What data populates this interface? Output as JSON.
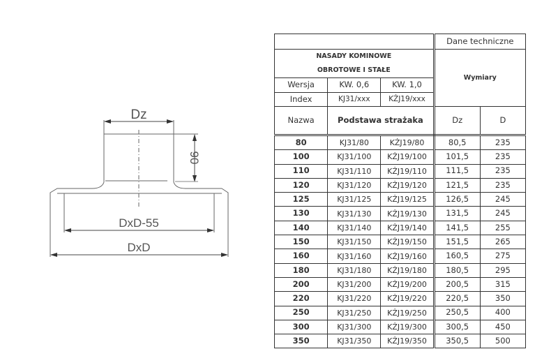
{
  "drawing": {
    "labels": {
      "dz": "Dz",
      "height": "90",
      "inner_width": "DxD-55",
      "outer_width": "DxD"
    }
  },
  "table": {
    "header_right_top": "Dane techniczne",
    "title_line1": "NASADY KOMINOWE",
    "title_line2": "OBROTOWE I STAŁE",
    "dimensions_label": "Wymiary",
    "version_label": "Wersja",
    "versions": [
      "KW. 0,6",
      "KW. 1,0"
    ],
    "index_label": "Index",
    "indexes": [
      "KJ31/xxx",
      "KŻJ19/xxx"
    ],
    "name_label": "Nazwa",
    "product_name": "Podstawa strażaka",
    "dim_headers": [
      "Dz",
      "D"
    ],
    "rows": [
      {
        "name": "80",
        "kw06": "KJ31/80",
        "kw10": "KŻJ19/80",
        "dz": "80,5",
        "d": "235"
      },
      {
        "name": "100",
        "kw06": "KJ31/100",
        "kw10": "KŻJ19/100",
        "dz": "101,5",
        "d": "235"
      },
      {
        "name": "110",
        "kw06": "KJ31/110",
        "kw10": "KŻJ19/110",
        "dz": "111,5",
        "d": "235"
      },
      {
        "name": "120",
        "kw06": "KJ31/120",
        "kw10": "KŻJ19/120",
        "dz": "121,5",
        "d": "235"
      },
      {
        "name": "125",
        "kw06": "KJ31/125",
        "kw10": "KŻJ19/125",
        "dz": "126,5",
        "d": "245"
      },
      {
        "name": "130",
        "kw06": "KJ31/130",
        "kw10": "KŻJ19/130",
        "dz": "131,5",
        "d": "245"
      },
      {
        "name": "140",
        "kw06": "KJ31/140",
        "kw10": "KŻJ19/140",
        "dz": "141,5",
        "d": "255"
      },
      {
        "name": "150",
        "kw06": "KJ31/150",
        "kw10": "KŻJ19/150",
        "dz": "151,5",
        "d": "265"
      },
      {
        "name": "160",
        "kw06": "KJ31/160",
        "kw10": "KŻJ19/160",
        "dz": "160,5",
        "d": "275"
      },
      {
        "name": "180",
        "kw06": "KJ31/180",
        "kw10": "KŻJ19/180",
        "dz": "180,5",
        "d": "295"
      },
      {
        "name": "200",
        "kw06": "KJ31/200",
        "kw10": "KŻJ19/200",
        "dz": "200,5",
        "d": "315"
      },
      {
        "name": "220",
        "kw06": "KJ31/220",
        "kw10": "KŻJ19/220",
        "dz": "220,5",
        "d": "350"
      },
      {
        "name": "250",
        "kw06": "KJ31/250",
        "kw10": "KŻJ19/250",
        "dz": "250,5",
        "d": "400"
      },
      {
        "name": "300",
        "kw06": "KJ31/300",
        "kw10": "KŻJ19/300",
        "dz": "300,5",
        "d": "450"
      },
      {
        "name": "350",
        "kw06": "KJ31/350",
        "kw10": "KŻJ19/350",
        "dz": "350,5",
        "d": "500"
      }
    ]
  }
}
